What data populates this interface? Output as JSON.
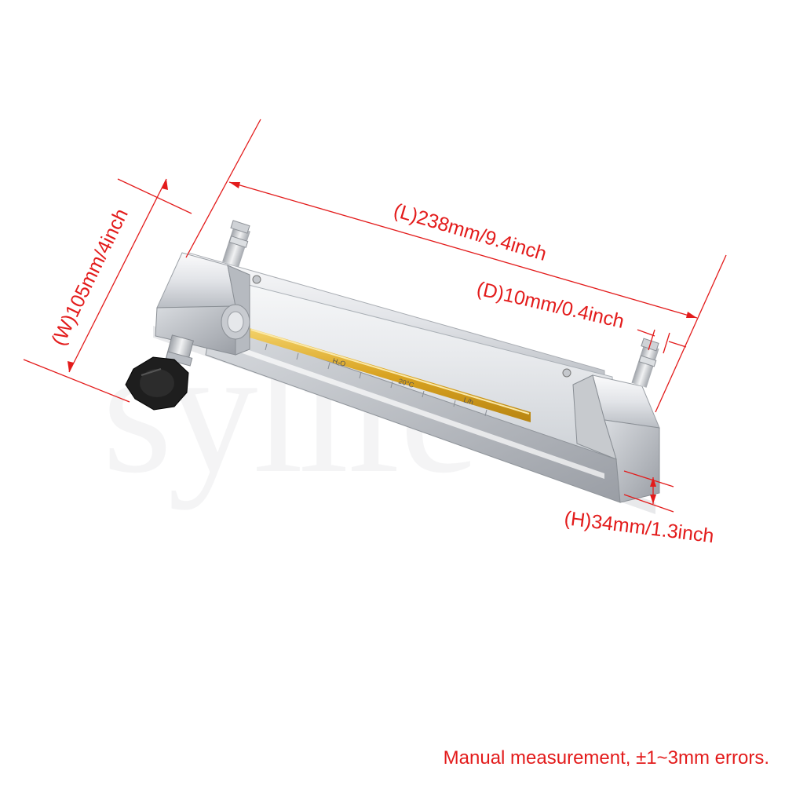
{
  "colors": {
    "accent": "#e31b1b",
    "metal_light": "#f2f3f5",
    "metal_mid": "#c9ccd1",
    "metal_dark": "#8d9198",
    "float_tube": "#e0b02c",
    "knob": "#1e1e1e"
  },
  "dimensions": {
    "length": "(L)238mm/9.4inch",
    "width": "(W)105mm/4inch",
    "diameter": "(D)10mm/0.4inch",
    "height": "(H)34mm/1.3inch"
  },
  "scale_labels": {
    "medium": "H₂O",
    "temperature": "20°C",
    "unit": "L/h"
  },
  "watermark": "sylife",
  "note": "Manual measurement,  ±1~3mm errors."
}
